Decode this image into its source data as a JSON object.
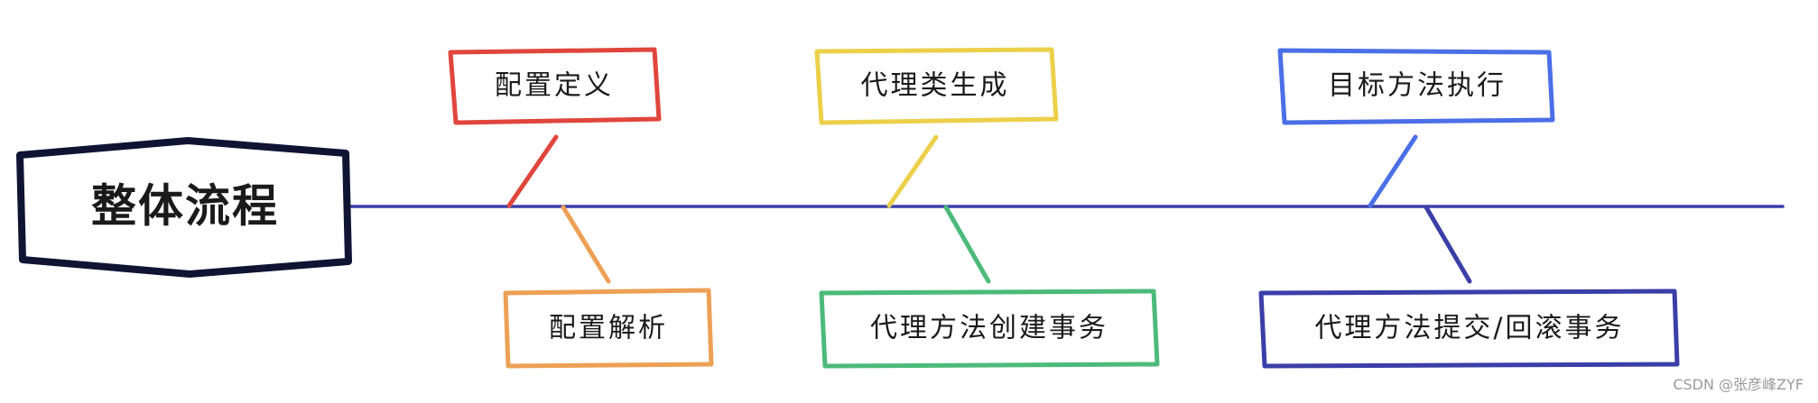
{
  "main": {
    "label": "整体流程",
    "color": "#0f1433"
  },
  "timeline": {
    "color": "#3a3fa8"
  },
  "nodes": [
    {
      "id": "config-define",
      "label": "配置定义",
      "color": "#e0463c"
    },
    {
      "id": "config-parse",
      "label": "配置解析",
      "color": "#eda055"
    },
    {
      "id": "proxy-class-gen",
      "label": "代理类生成",
      "color": "#ecd04a"
    },
    {
      "id": "proxy-create-tx",
      "label": "代理方法创建事务",
      "color": "#4cba7a"
    },
    {
      "id": "target-exec",
      "label": "目标方法执行",
      "color": "#4b6fe6"
    },
    {
      "id": "proxy-commit-rollback",
      "label": "代理方法提交/回滚事务",
      "color": "#3a3fa8"
    }
  ],
  "watermark": "CSDN @张彦峰ZYF"
}
